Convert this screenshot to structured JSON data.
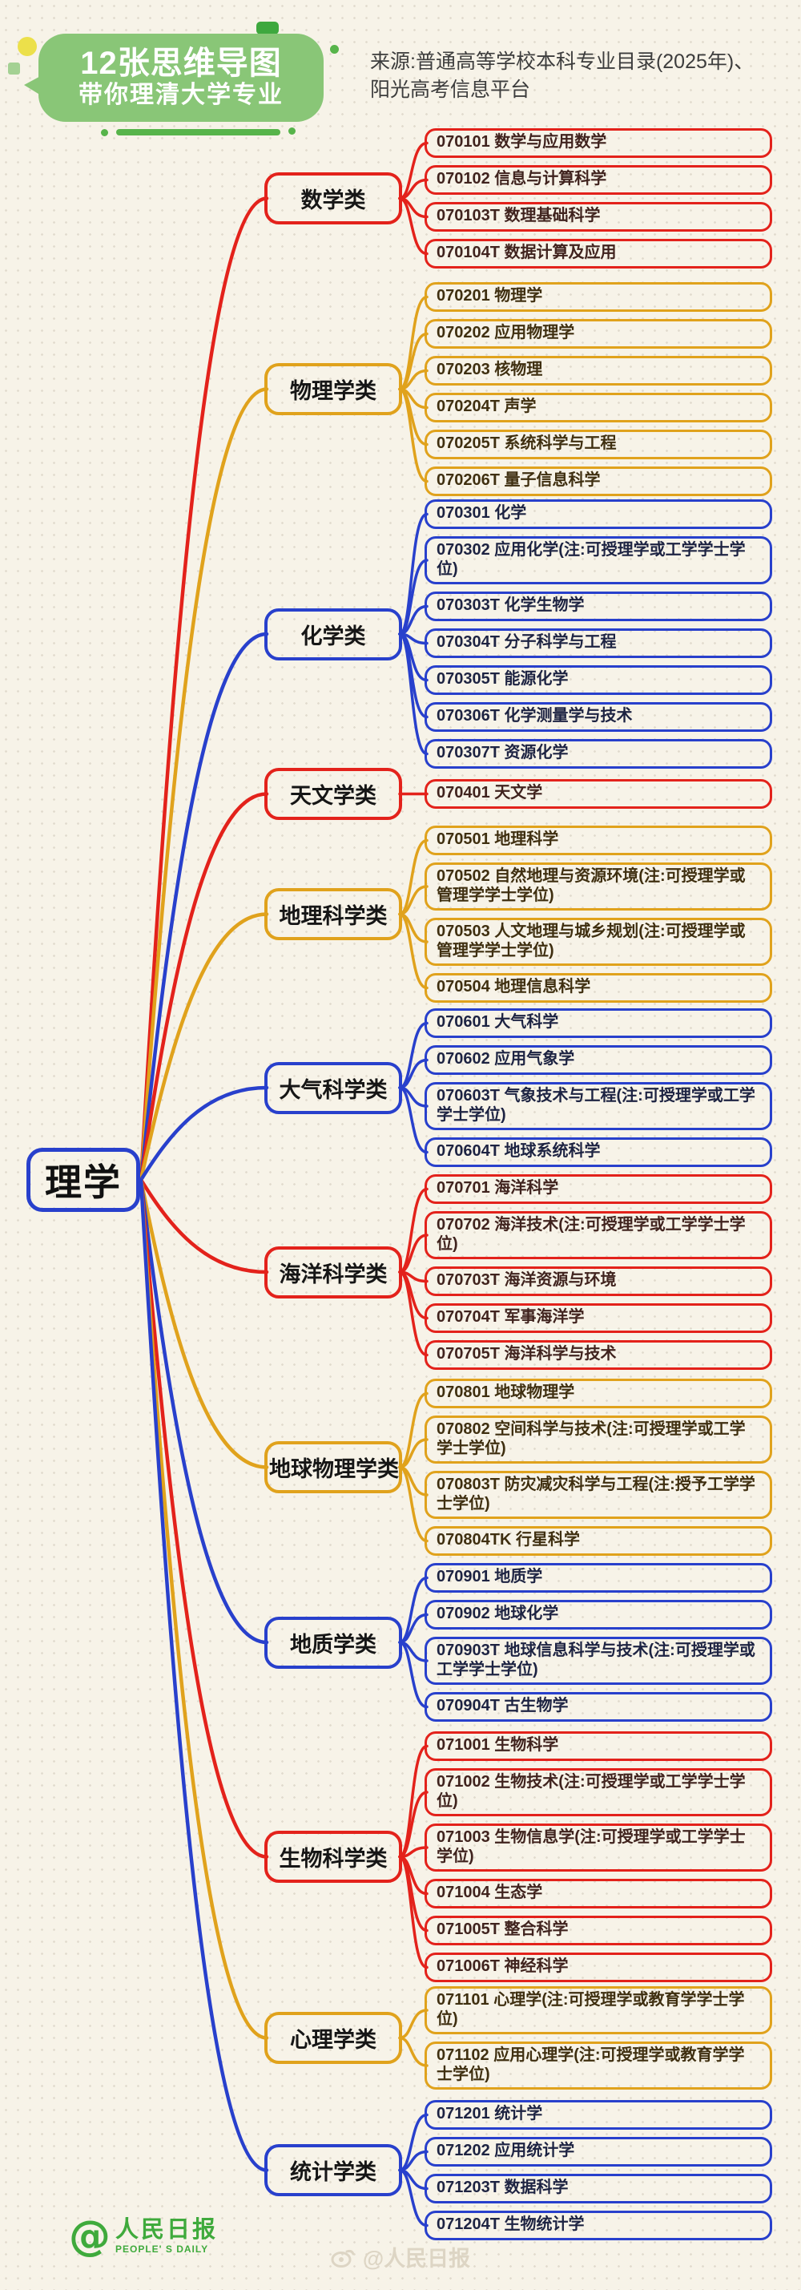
{
  "header": {
    "title_line1": "12张思维导图",
    "title_line2": "带你理清大学专业",
    "source_line1": "来源:普通高等学校本科专业目录(2025年)、",
    "source_line2": "阳光高考信息平台"
  },
  "root": {
    "label": "理学"
  },
  "colors": {
    "red": "#e3221b",
    "orange": "#e0a21c",
    "blue": "#2840cc",
    "green": "#3faa3c",
    "background": "#f7f3e8"
  },
  "categories": [
    {
      "label": "数学类",
      "color": "red",
      "majors": [
        "070101 数学与应用数学",
        "070102 信息与计算科学",
        "070103T 数理基础科学",
        "070104T 数据计算及应用"
      ]
    },
    {
      "label": "物理学类",
      "color": "orange",
      "majors": [
        "070201 物理学",
        "070202 应用物理学",
        "070203 核物理",
        "070204T 声学",
        "070205T 系统科学与工程",
        "070206T 量子信息科学"
      ]
    },
    {
      "label": "化学类",
      "color": "blue",
      "majors": [
        "070301 化学",
        "070302 应用化学(注:可授理学或工学学士学位)",
        "070303T 化学生物学",
        "070304T 分子科学与工程",
        "070305T 能源化学",
        "070306T 化学测量学与技术",
        "070307T 资源化学"
      ]
    },
    {
      "label": "天文学类",
      "color": "red",
      "majors": [
        "070401 天文学"
      ]
    },
    {
      "label": "地理科学类",
      "color": "orange",
      "majors": [
        "070501 地理科学",
        "070502 自然地理与资源环境(注:可授理学或管理学学士学位)",
        "070503 人文地理与城乡规划(注:可授理学或管理学学士学位)",
        "070504 地理信息科学"
      ]
    },
    {
      "label": "大气科学类",
      "color": "blue",
      "majors": [
        "070601 大气科学",
        "070602 应用气象学",
        "070603T 气象技术与工程(注:可授理学或工学学士学位)",
        "070604T 地球系统科学"
      ]
    },
    {
      "label": "海洋科学类",
      "color": "red",
      "majors": [
        "070701 海洋科学",
        "070702 海洋技术(注:可授理学或工学学士学位)",
        "070703T 海洋资源与环境",
        "070704T 军事海洋学",
        "070705T 海洋科学与技术"
      ]
    },
    {
      "label": "地球物理学类",
      "color": "orange",
      "majors": [
        "070801 地球物理学",
        "070802 空间科学与技术(注:可授理学或工学学士学位)",
        "070803T 防灾减灾科学与工程(注:授予工学学士学位)",
        "070804TK 行星科学"
      ]
    },
    {
      "label": "地质学类",
      "color": "blue",
      "majors": [
        "070901 地质学",
        "070902 地球化学",
        "070903T 地球信息科学与技术(注:可授理学或工学学士学位)",
        "070904T 古生物学"
      ]
    },
    {
      "label": "生物科学类",
      "color": "red",
      "majors": [
        "071001 生物科学",
        "071002 生物技术(注:可授理学或工学学士学位)",
        "071003 生物信息学(注:可授理学或工学学士学位)",
        "071004 生态学",
        "071005T 整合科学",
        "071006T 神经科学"
      ]
    },
    {
      "label": "心理学类",
      "color": "orange",
      "majors": [
        "071101 心理学(注:可授理学或教育学学士学位)",
        "071102 应用心理学(注:可授理学或教育学学士学位)"
      ]
    },
    {
      "label": "统计学类",
      "color": "blue",
      "majors": [
        "071201 统计学",
        "071202 应用统计学",
        "071203T 数据科学",
        "071204T 生物统计学"
      ]
    }
  ],
  "footer": {
    "logo_at": "@",
    "logo_text": "人民日报",
    "logo_sub": "PEOPLE' S DAILY",
    "watermark": "@人民日报"
  }
}
